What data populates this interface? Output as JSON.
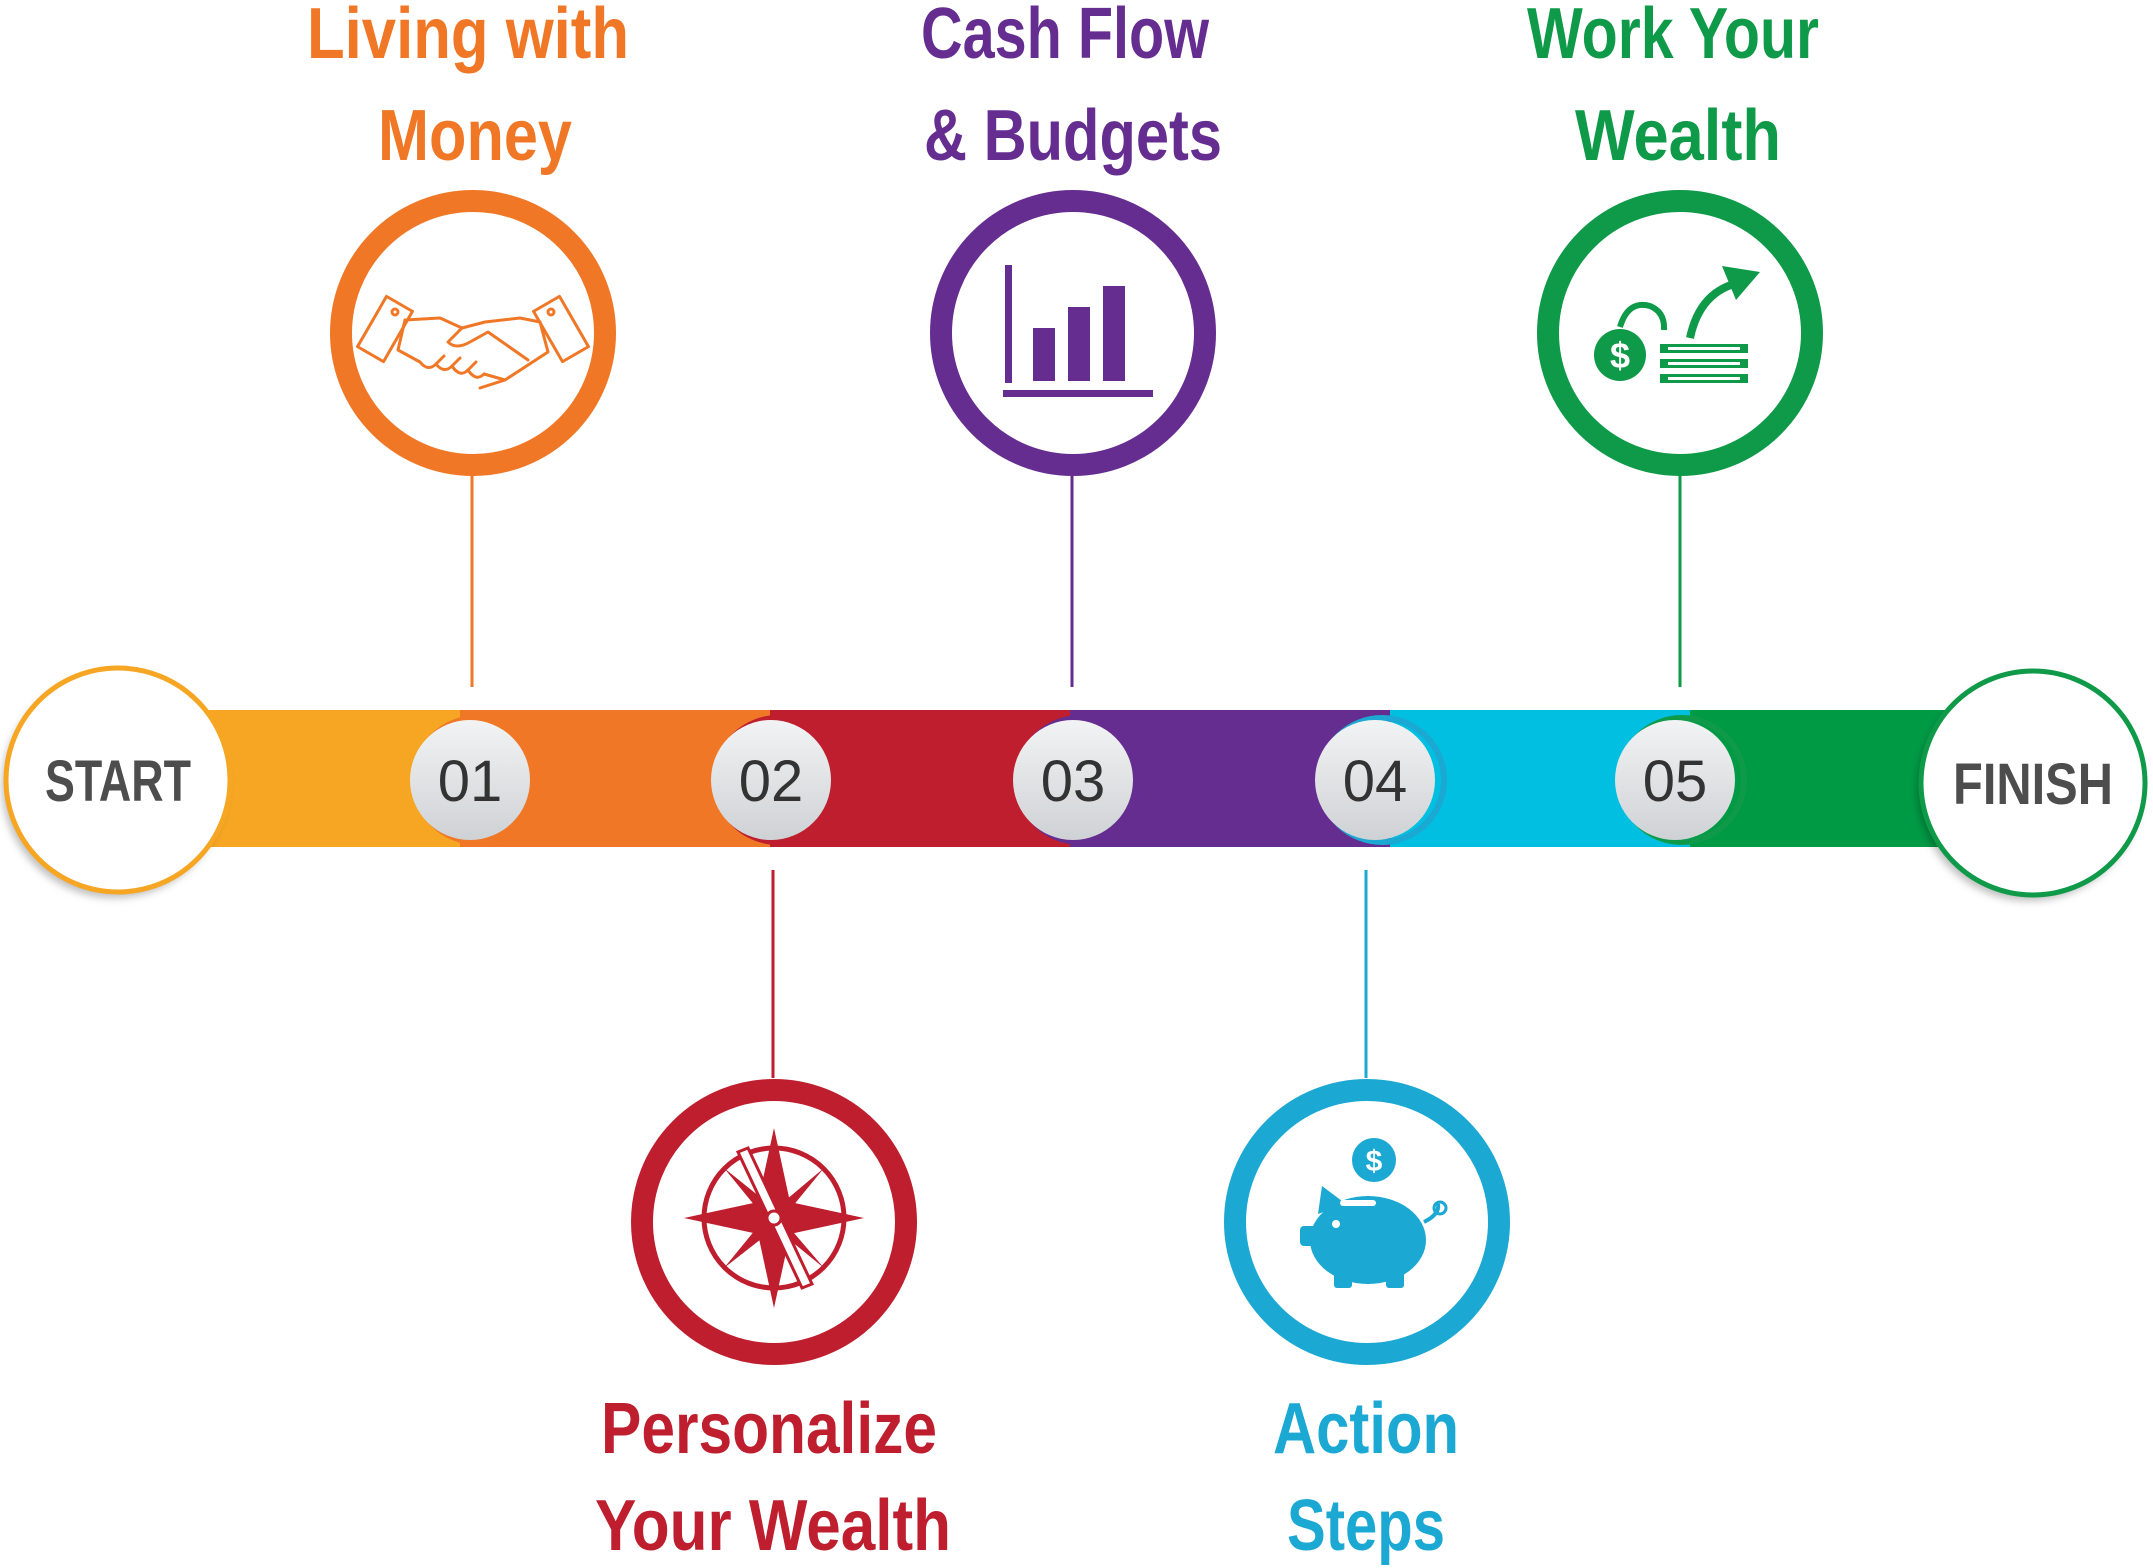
{
  "endpoints": {
    "start": {
      "label": "START",
      "color": "#F6A623"
    },
    "finish": {
      "label": "FINISH",
      "color": "#0E9A48"
    }
  },
  "steps": [
    {
      "number": "01",
      "title_line1": "Living with",
      "title_line2": "Money",
      "color": "#F07726",
      "icon": "handshake-icon",
      "position": "top"
    },
    {
      "number": "02",
      "title_line1": "Personalize",
      "title_line2": "Your Wealth",
      "color": "#BE1E2D",
      "icon": "compass-icon",
      "position": "bottom"
    },
    {
      "number": "03",
      "title_line1": "Cash Flow",
      "title_line2": "& Budgets",
      "color": "#662D91",
      "icon": "bar-chart-icon",
      "position": "top"
    },
    {
      "number": "04",
      "title_line1": "Action",
      "title_line2": "Steps",
      "color": "#1BA8D2",
      "icon": "piggy-bank-icon",
      "position": "bottom"
    },
    {
      "number": "05",
      "title_line1": "Work Your",
      "title_line2": "Wealth",
      "color": "#0E9A48",
      "icon": "money-growth-icon",
      "position": "top"
    }
  ],
  "band_colors": [
    "#F6A623",
    "#F07726",
    "#BE1E2D",
    "#662D91",
    "#00BFE0",
    "#009A44"
  ],
  "icon_text": {
    "dollar": "$"
  }
}
